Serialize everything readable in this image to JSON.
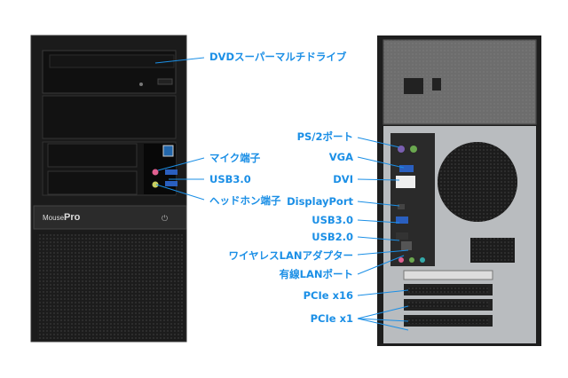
{
  "front": {
    "brand": "MousePro",
    "labels": {
      "dvd": "DVDスーパーマルチドライブ",
      "mic": "マイク端子",
      "usb30": "USB3.0",
      "headphone": "ヘッドホン端子"
    }
  },
  "back": {
    "labels": {
      "ps2": "PS/2ポート",
      "vga": "VGA",
      "dvi": "DVI",
      "displayport": "DisplayPort",
      "usb30": "USB3.0",
      "usb20": "USB2.0",
      "wlan": "ワイヤレスLANアダプター",
      "lan": "有線LANポート",
      "pcie16": "PCIe x16",
      "pcie1": "PCIe x1"
    }
  },
  "colors": {
    "label": "#1b8fe6",
    "case": "#1e1e1e",
    "back_panel": "#b9bcbf"
  }
}
